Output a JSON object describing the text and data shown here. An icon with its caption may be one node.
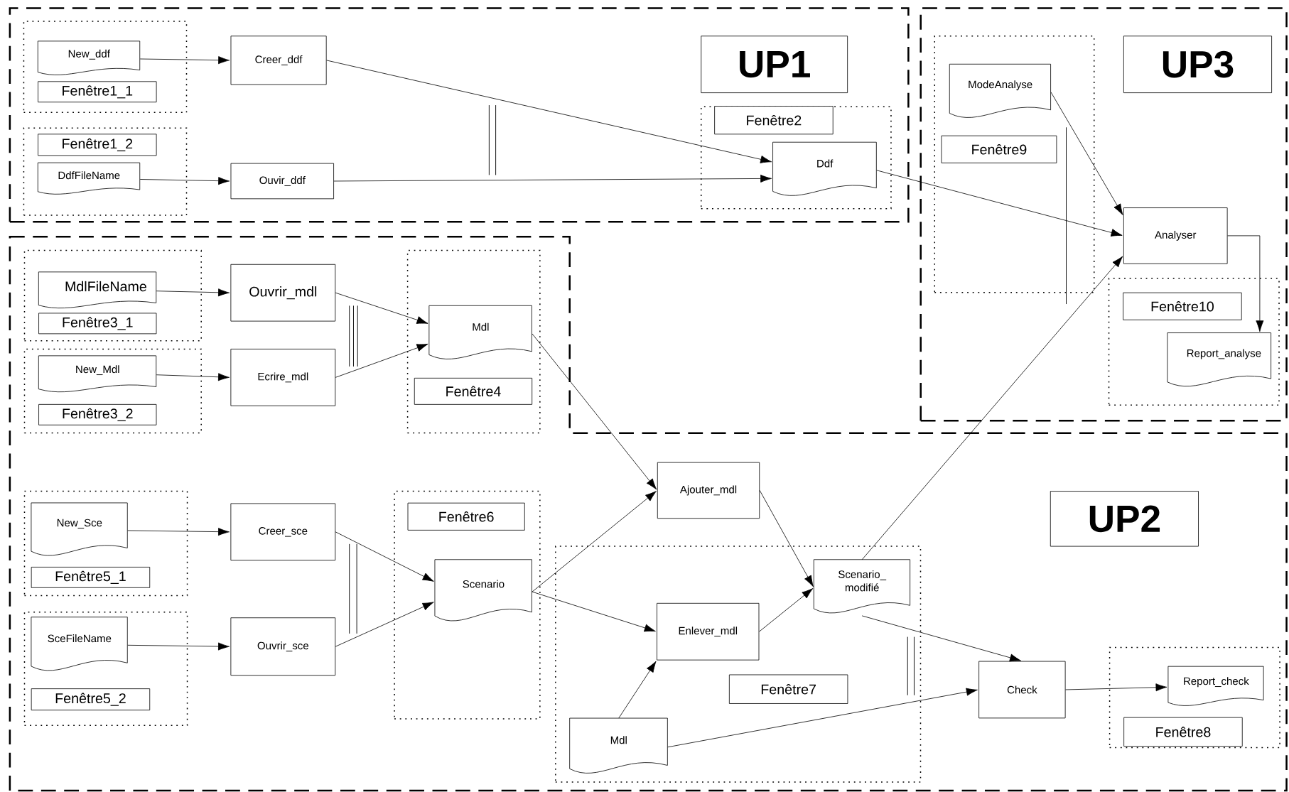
{
  "diagram": {
    "nodes": [
      {
        "text": [],
        "shape": "box"
      },
      {
        "text": [],
        "shape": "box",
        "in": 0
      },
      {
        "text": [
          "New_ddf"
        ],
        "in": 1
      },
      {
        "text": [
          "Fenêtre1_1"
        ],
        "in": 1
      },
      {
        "text": [],
        "shape": "box",
        "in": 0
      },
      {
        "text": [
          "Fenêtre1_2"
        ],
        "in": 4
      },
      {
        "text": [
          "DdfFileName"
        ],
        "in": 4
      },
      {
        "text": [
          "Creer_ddf"
        ],
        "in": 0
      },
      {
        "text": [
          "Ouvir_ddf"
        ],
        "in": 0
      },
      {
        "text": [
          "UP1"
        ],
        "in": 0
      },
      {
        "text": [],
        "shape": "box",
        "in": 0
      },
      {
        "text": [
          "Fenêtre2"
        ],
        "in": 10
      },
      {
        "text": [
          "Ddf"
        ],
        "in": 10
      },
      {
        "text": [],
        "shape": "box"
      },
      {
        "text": [],
        "shape": "box",
        "in": 13
      },
      {
        "text": [
          "ModeAnalyse"
        ],
        "in": 14
      },
      {
        "text": [
          "Fenêtre9"
        ],
        "in": 14
      },
      {
        "text": [
          "UP3"
        ],
        "in": 13
      },
      {
        "text": [
          "Analyser"
        ],
        "in": 13
      },
      {
        "text": [],
        "shape": "box",
        "in": 13
      },
      {
        "text": [
          "Fenêtre10"
        ],
        "in": 19
      },
      {
        "text": [
          "Report_analyse"
        ],
        "in": 19
      },
      {
        "text": [],
        "shape": "box"
      },
      {
        "text": [],
        "shape": "box",
        "in": 22
      },
      {
        "text": [
          "MdlFileName"
        ],
        "in": 23
      },
      {
        "text": [
          "Fenêtre3_1"
        ],
        "in": 23
      },
      {
        "text": [],
        "shape": "box",
        "in": 22
      },
      {
        "text": [
          "New_Mdl"
        ],
        "in": 26
      },
      {
        "text": [
          "Fenêtre3_2"
        ],
        "in": 26
      },
      {
        "text": [
          "Ouvrir_mdl"
        ],
        "in": 22
      },
      {
        "text": [
          "Ecrire_mdl"
        ],
        "in": 22
      },
      {
        "text": [],
        "shape": "box",
        "in": 22
      },
      {
        "text": [
          "Mdl"
        ],
        "in": 31
      },
      {
        "text": [
          "Fenêtre4"
        ],
        "in": 31
      },
      {
        "text": [],
        "shape": "box",
        "in": 22
      },
      {
        "text": [
          "New_Sce"
        ],
        "in": 34
      },
      {
        "text": [
          "Fenêtre5_1"
        ],
        "in": 34
      },
      {
        "text": [],
        "shape": "box",
        "in": 22
      },
      {
        "text": [
          "SceFileName"
        ],
        "in": 37
      },
      {
        "text": [
          "Fenêtre5_2"
        ],
        "in": 37
      },
      {
        "text": [
          "Creer_sce"
        ],
        "in": 22
      },
      {
        "text": [
          "Ouvrir_sce"
        ],
        "in": 22
      },
      {
        "text": [],
        "shape": "box",
        "in": 22
      },
      {
        "text": [
          "Fenêtre6"
        ],
        "in": 42
      },
      {
        "text": [
          "Scenario"
        ],
        "in": 42
      },
      {
        "text": [
          "Ajouter_mdl"
        ],
        "in": 22
      },
      {
        "text": [
          "UP2"
        ],
        "in": 22
      },
      {
        "text": [],
        "shape": "box",
        "in": 22
      },
      {
        "text": [
          "Scenario_ modifié"
        ],
        "in": 47
      },
      {
        "text": [
          "Enlever_mdl"
        ],
        "in": 47
      },
      {
        "text": [
          "Fenêtre7"
        ],
        "in": 47
      },
      {
        "text": [
          "Mdl"
        ],
        "in": 47
      },
      {
        "text": [
          "Check"
        ],
        "in": 22
      },
      {
        "text": [],
        "shape": "box",
        "in": 22
      },
      {
        "text": [
          "Report_check"
        ],
        "in": 53
      },
      {
        "text": [
          "Fenêtre8"
        ],
        "in": 53
      }
    ],
    "edges": [
      {
        "from": 2,
        "to": 7,
        "arrow": "to"
      },
      {
        "from": 6,
        "to": 8,
        "arrow": "to"
      },
      {
        "from": 7,
        "to": 12,
        "arrow": "to"
      },
      {
        "from": 8,
        "to": 12,
        "arrow": "to"
      },
      {
        "from": 12,
        "to": 18,
        "arrow": "to"
      },
      {
        "from": 15,
        "to": 18,
        "arrow": "to"
      },
      {
        "from": 18,
        "to": 21,
        "arrow": "to"
      },
      {
        "from": 24,
        "to": 29,
        "arrow": "to"
      },
      {
        "from": 27,
        "to": 30,
        "arrow": "to"
      },
      {
        "from": 29,
        "to": 32,
        "arrow": "to"
      },
      {
        "from": 30,
        "to": 32,
        "arrow": "to"
      },
      {
        "from": 32,
        "to": 45,
        "arrow": "to"
      },
      {
        "from": 35,
        "to": 40,
        "arrow": "to"
      },
      {
        "from": 38,
        "to": 41,
        "arrow": "to"
      },
      {
        "from": 40,
        "to": 44,
        "arrow": "to"
      },
      {
        "from": 41,
        "to": 44,
        "arrow": "to"
      },
      {
        "from": 44,
        "to": 45,
        "arrow": "to"
      },
      {
        "from": 44,
        "to": 49,
        "arrow": "to"
      },
      {
        "from": 45,
        "to": 48,
        "arrow": "to"
      },
      {
        "from": 49,
        "to": 48,
        "arrow": "to"
      },
      {
        "from": 51,
        "to": 49,
        "arrow": "to"
      },
      {
        "from": 48,
        "to": 52,
        "arrow": "to"
      },
      {
        "from": 51,
        "to": 52,
        "arrow": "to"
      },
      {
        "from": 52,
        "to": 54,
        "arrow": "to"
      },
      {
        "from": 48,
        "to": 18,
        "arrow": "to"
      }
    ]
  }
}
